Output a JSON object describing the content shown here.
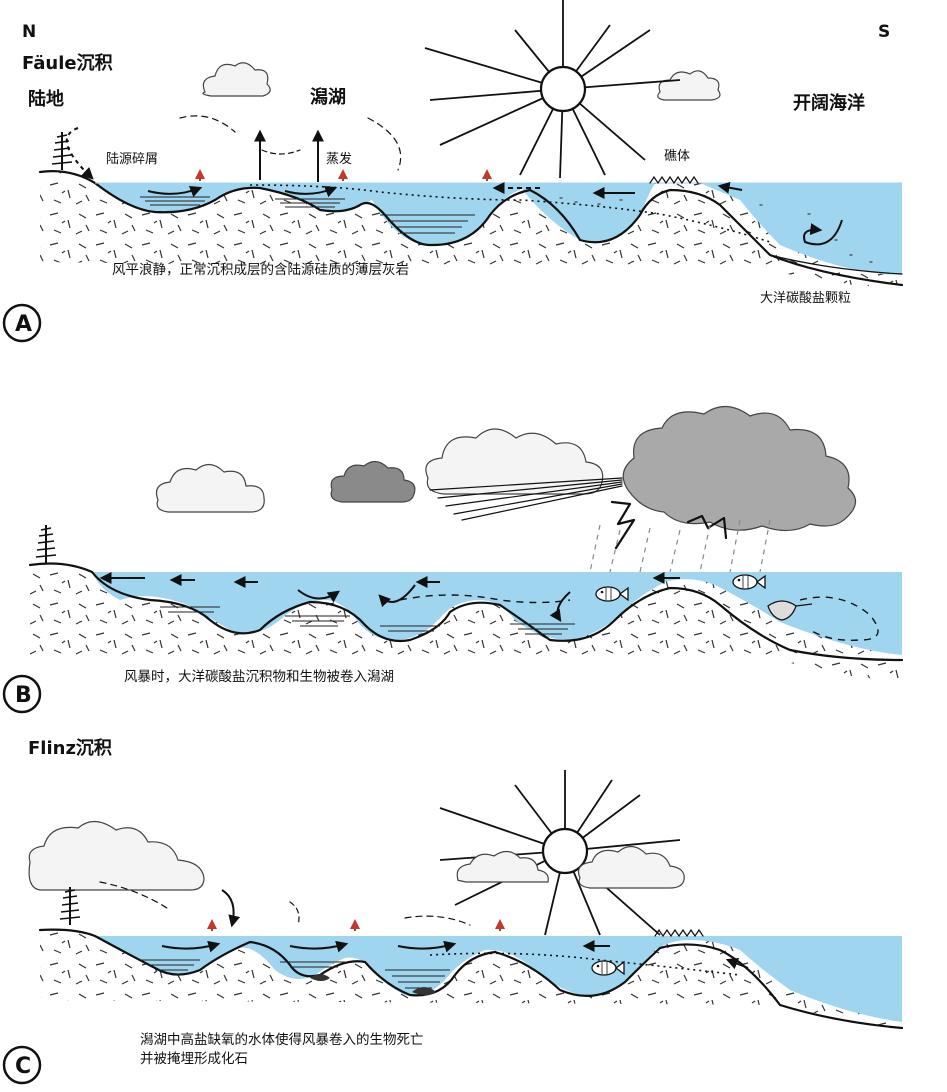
{
  "compass": {
    "north": "N",
    "south": "S"
  },
  "panel_a": {
    "letter": "A",
    "title": "Fäule沉积",
    "land": "陆地",
    "lagoon": "潟湖",
    "open_ocean": "开阔海洋",
    "detritus": "陆源碎屑",
    "evaporation": "蒸发",
    "reef": "礁体",
    "caption": "风平浪静，正常沉积成层的含陆源硅质的薄层灰岩",
    "ocean_grains": "大洋碳酸盐颗粒"
  },
  "panel_b": {
    "letter": "B",
    "caption": "风暴时，大洋碳酸盐沉积物和生物被卷入潟湖"
  },
  "panel_c": {
    "letter": "C",
    "title": "Flinz沉积",
    "caption_line1": "潟湖中高盐缺氧的水体使得风暴卷入的生物死亡",
    "caption_line2": "并被掩埋形成化石"
  },
  "colors": {
    "water": "#9fd5ee",
    "evaporation_arrow": "#c0392b",
    "storm_cloud": "#a9a9a9"
  }
}
